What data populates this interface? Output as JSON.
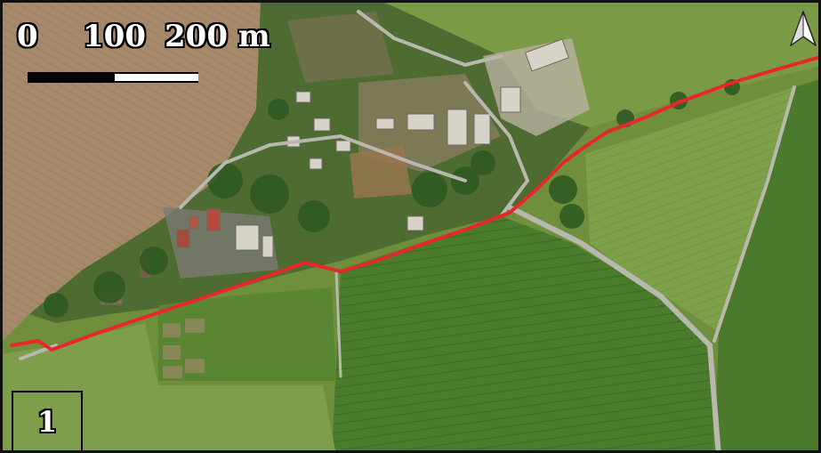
{
  "scale_bar": {
    "labels": [
      "0",
      "100",
      "200 m"
    ]
  },
  "inset": {
    "label": "1"
  },
  "north_arrow": {
    "icon": "north-arrow-icon"
  },
  "route": {
    "color": "#e8262b"
  },
  "colors": {
    "field_brown": "#a48a6c",
    "field_green": "#4d7f2e",
    "field_light": "#7ea24b",
    "village_vegetation": "#3f6b2a",
    "road": "#b7b7ad"
  }
}
